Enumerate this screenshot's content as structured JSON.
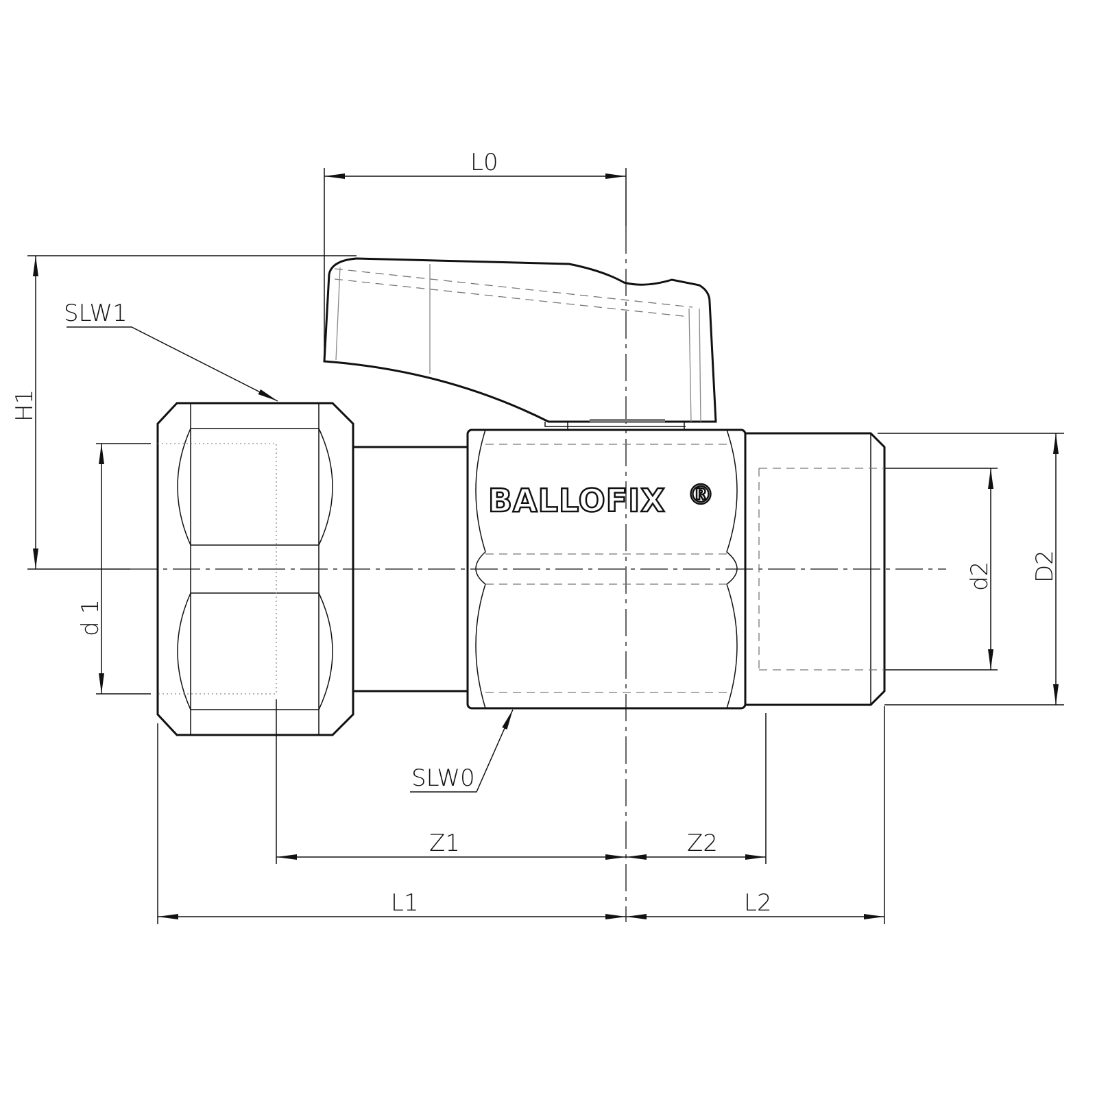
{
  "brand": {
    "logo": "BALLOFIX",
    "registered_mark": "®"
  },
  "dimensions": {
    "L0": "L0",
    "H1": "H1",
    "d1": "d 1",
    "d2": "d2",
    "D2": "D2",
    "Z1": "Z1",
    "Z2": "Z2",
    "L1": "L1",
    "L2": "L2"
  },
  "callouts": {
    "SLW1": "SLW1",
    "SLW0": "SLW0"
  }
}
